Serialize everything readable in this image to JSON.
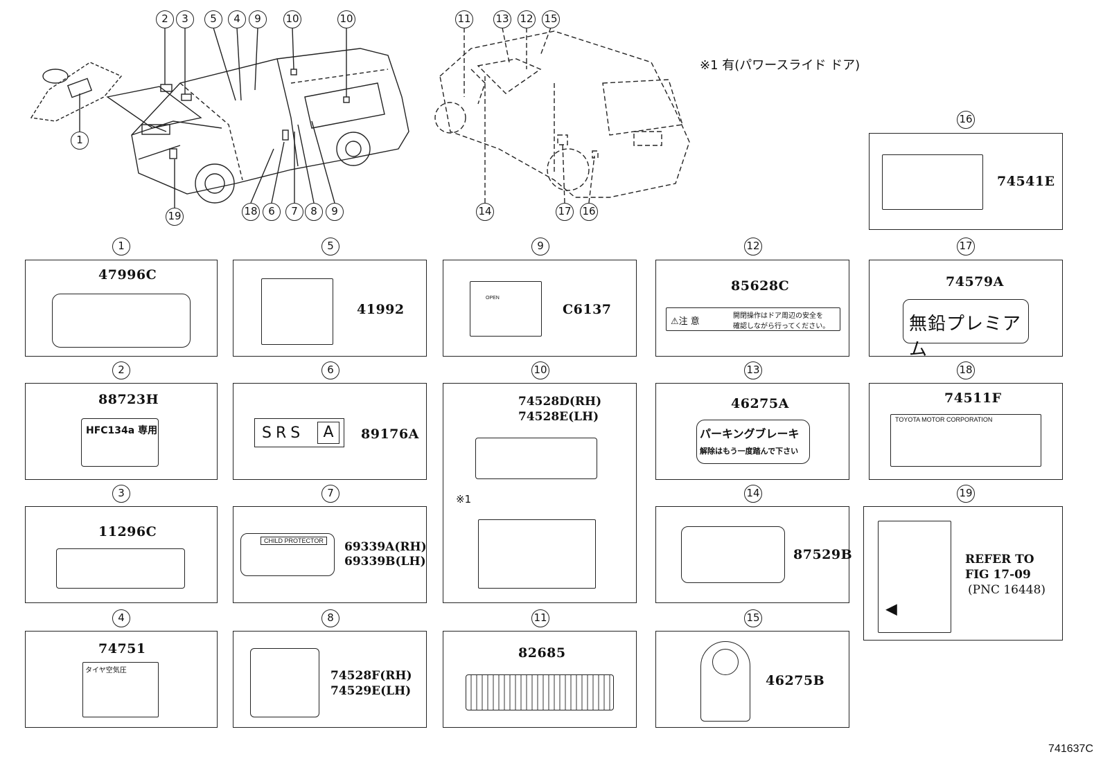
{
  "note": "※1 有(パワースライド ドア)",
  "figure_code": "741637C",
  "diagram_callouts": {
    "front_top": [
      "2",
      "3",
      "5",
      "4",
      "9",
      "10",
      "10"
    ],
    "front_left": [
      "1"
    ],
    "front_bottom": [
      "19",
      "18",
      "6",
      "7",
      "8",
      "9"
    ],
    "rear_top": [
      "11",
      "13",
      "12",
      "15"
    ],
    "rear_bottom": [
      "14",
      "17",
      "16"
    ]
  },
  "items": {
    "i1": {
      "num": "1",
      "part": "47996C"
    },
    "i2": {
      "num": "2",
      "part": "88723H",
      "text": "HFC134a 専用"
    },
    "i3": {
      "num": "3",
      "part": "11296C"
    },
    "i4": {
      "num": "4",
      "part": "74751",
      "text": "タイヤ空気圧"
    },
    "i5": {
      "num": "5",
      "part": "41992"
    },
    "i6": {
      "num": "6",
      "part": "89176A",
      "text": "SRS",
      "text2": "A"
    },
    "i7": {
      "num": "7",
      "part_rh": "69339A(RH)",
      "part_lh": "69339B(LH)",
      "text": "CHILD PROTECTOR"
    },
    "i8": {
      "num": "8",
      "part_rh": "74528F(RH)",
      "part_lh": "74529E(LH)"
    },
    "i9": {
      "num": "9",
      "part": "C6137",
      "text": "OPEN"
    },
    "i10": {
      "num": "10",
      "part_rh": "74528D(RH)",
      "part_lh": "74528E(LH)",
      "marker": "※1"
    },
    "i11": {
      "num": "11",
      "part": "82685"
    },
    "i12": {
      "num": "12",
      "part": "85628C",
      "caution": "⚠注 意",
      "line1": "開閉操作はドア周辺の安全を",
      "line2": "確認しながら行ってください。"
    },
    "i13": {
      "num": "13",
      "part": "46275A",
      "line1": "パーキングブレーキ",
      "line2": "解除はもう一度踏んで下さい"
    },
    "i14": {
      "num": "14",
      "part": "87529B"
    },
    "i15": {
      "num": "15",
      "part": "46275B"
    },
    "i16": {
      "num": "16",
      "part": "74541E"
    },
    "i17": {
      "num": "17",
      "part": "74579A",
      "text": "無鉛プレミアム"
    },
    "i18": {
      "num": "18",
      "part": "74511F",
      "text": "TOYOTA MOTOR CORPORATION"
    },
    "i19": {
      "num": "19",
      "ref1": "REFER TO",
      "ref2": "FIG 17-09",
      "ref3": "(PNC 16448)"
    }
  }
}
